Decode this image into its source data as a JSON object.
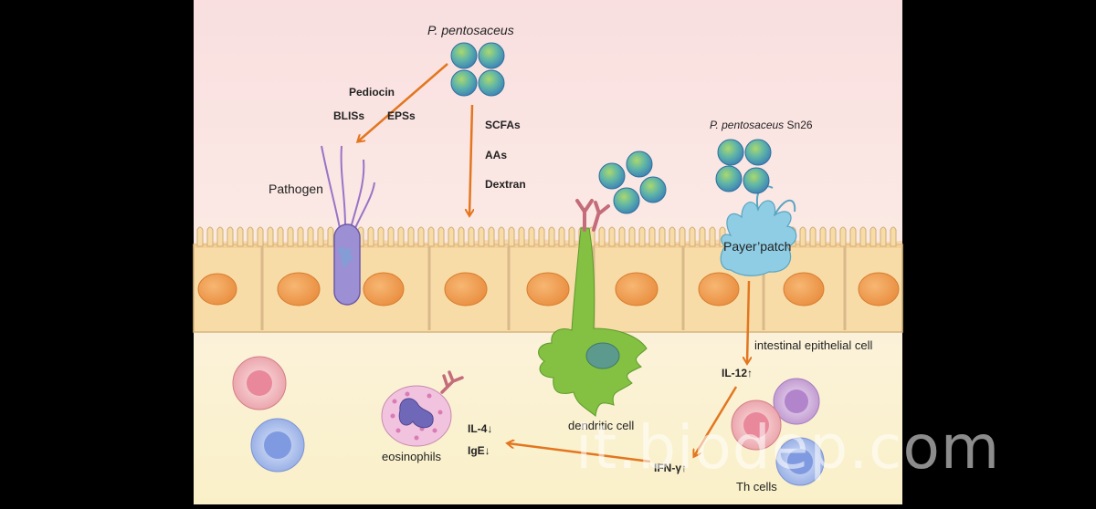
{
  "labels": {
    "bacterium": "P. pentosaceus",
    "pediocin": "Pediocin",
    "blis": "BLISs",
    "eps": "EPSs",
    "scfa": "SCFAs",
    "aa": "AAs",
    "dextran": "Dextran",
    "strain_prefix": "P. pentosaceus",
    "strain_suffix": "Sn26",
    "pathogen": "Pathogen",
    "payer_patch": "Payer’patch",
    "epithelial": "intestinal epithelial cell",
    "il12": "IL-12↑",
    "dendritic": "dendritic cell",
    "il4": "IL-4↓",
    "ige": "IgE↓",
    "eosinophils": "eosinophils",
    "ifn": "IFN-γ↑",
    "th_cells": "Th cells"
  },
  "watermark": "it.biodep.com",
  "colors": {
    "background_top": "#f9dfe0",
    "background_bottom": "#fbf2cf",
    "epithelium": "#f8dca8",
    "nucleus": "#ef9c50",
    "arrow": "#e3761f",
    "cocci": "#4aa0b8",
    "dendritic": "#84c041",
    "payer_patch": "#8fcde4"
  }
}
